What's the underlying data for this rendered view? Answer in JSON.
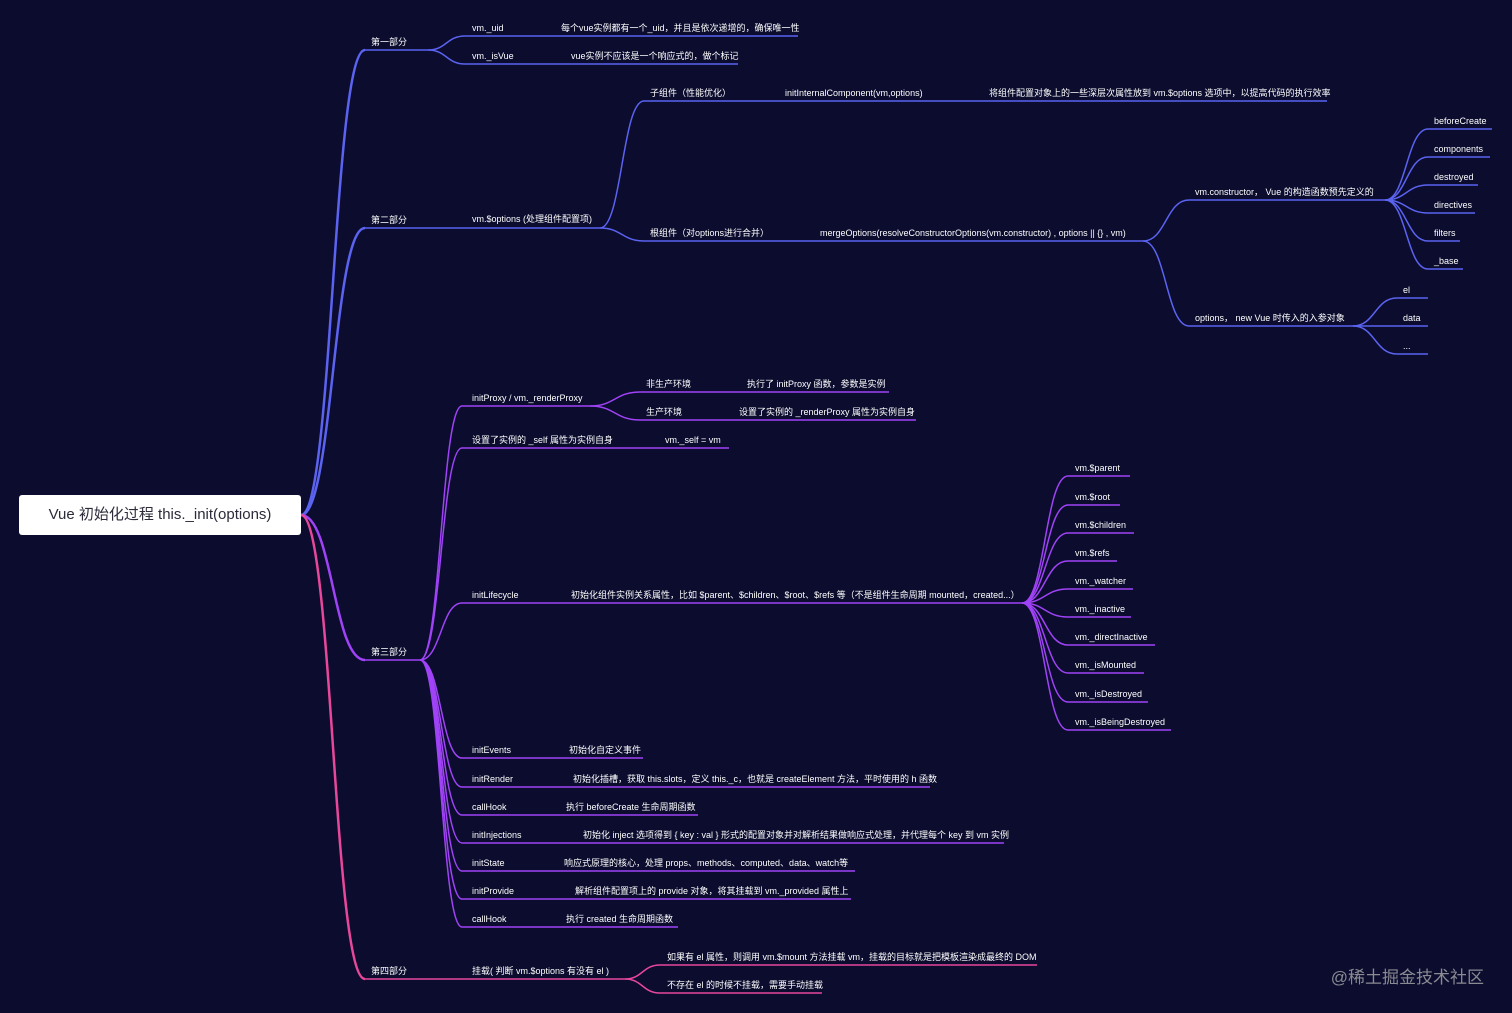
{
  "root": {
    "label": "Vue 初始化过程  this._init(options)"
  },
  "watermark": "@稀土掘金技术社区",
  "colors": {
    "background": "#0b0c2e",
    "blue": "#5b63f0",
    "purple": "#a043f7",
    "pink": "#e8479c"
  },
  "parts": {
    "p1": {
      "label": "第一部分",
      "uid": {
        "label": "vm._uid",
        "desc": "每个vue实例都有一个_uid，并且是依次递增的，确保唯一性"
      },
      "isVue": {
        "label": "vm._isVue",
        "desc": "vue实例不应该是一个响应式的，做个标记"
      }
    },
    "p2": {
      "label": "第二部分",
      "options": {
        "label": "vm.$options (处理组件配置项)"
      },
      "child": {
        "label": "子组件（性能优化）",
        "fn": "initInternalComponent(vm,options)",
        "desc": "将组件配置对象上的一些深层次属性放到 vm.$options 选项中，以提高代码的执行效率"
      },
      "rootc": {
        "label": "根组件（对options进行合并）",
        "fn": "mergeOptions(resolveConstructorOptions(vm.constructor) , options || {} , vm)",
        "ctor": {
          "label": "vm.constructor， Vue 的构造函数预先定义的",
          "items": [
            "beforeCreate",
            "components",
            "destroyed",
            "directives",
            "filters",
            "_base"
          ]
        },
        "opts": {
          "label": "options， new Vue 时传入的入参对象",
          "items": [
            "el",
            "data",
            "..."
          ]
        }
      }
    },
    "p3": {
      "label": "第三部分",
      "initProxy": {
        "label": "initProxy / vm._renderProxy",
        "dev": {
          "label": "非生产环境",
          "desc": "执行了 initProxy 函数，参数是实例"
        },
        "prod": {
          "label": "生产环境",
          "desc": "设置了实例的 _renderProxy 属性为实例自身"
        }
      },
      "self": {
        "label": "设置了实例的 _self 属性为实例自身",
        "desc": "vm._self = vm"
      },
      "lifecycle": {
        "label": "initLifecycle",
        "desc": "初始化组件实例关系属性，比如 $parent、$children、$root、$refs 等（不是组件生命周期 mounted，created...）",
        "items": [
          "vm.$parent",
          "vm.$root",
          "vm.$children",
          "vm.$refs",
          "vm._watcher",
          "vm._inactive",
          "vm._directInactive",
          "vm._isMounted",
          "vm._isDestroyed",
          "vm._isBeingDestroyed"
        ]
      },
      "steps": [
        {
          "label": "initEvents",
          "desc": "初始化自定义事件"
        },
        {
          "label": "initRender",
          "desc": "初始化插槽，获取 this.slots，定义 this._c，也就是 createElement 方法，平时使用的 h 函数"
        },
        {
          "label": "callHook",
          "desc": "执行 beforeCreate 生命周期函数"
        },
        {
          "label": "initInjections",
          "desc": "初始化 inject 选项得到 { key : val } 形式的配置对象并对解析结果做响应式处理，并代理每个 key 到 vm 实例"
        },
        {
          "label": "initState",
          "desc": "响应式原理的核心，处理 props、methods、computed、data、watch等"
        },
        {
          "label": "initProvide",
          "desc": "解析组件配置项上的 provide 对象，将其挂载到 vm._provided 属性上"
        },
        {
          "label": "callHook",
          "desc": "执行 created 生命周期函数"
        }
      ]
    },
    "p4": {
      "label": "第四部分",
      "mount": {
        "label": "挂载( 判断 vm.$options 有没有 el )",
        "yes": "如果有 el 属性，则调用 vm.$mount 方法挂载 vm，挂载的目标就是把模板渲染成最终的 DOM",
        "no": "不存在 el 的时候不挂载，需要手动挂载"
      }
    }
  }
}
